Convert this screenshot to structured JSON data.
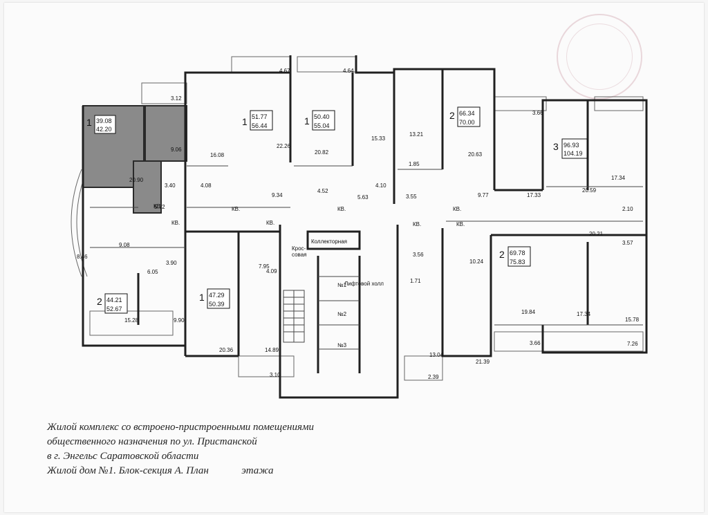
{
  "caption": {
    "line1": "Жилой комплекс со встроено-пристроенными помещениями",
    "line2": "общественного назначения по ул. Пристанской",
    "line3": "в г. Энгельс Саратовской области",
    "line4": "Жилой дом №1. Блок-секция А. План",
    "line4_tail": "этажа"
  },
  "apartments": [
    {
      "rooms": "1",
      "living": "39.08",
      "total": "42.20"
    },
    {
      "rooms": "1",
      "living": "51.77",
      "total": "56.44"
    },
    {
      "rooms": "1",
      "living": "50.40",
      "total": "55.04"
    },
    {
      "rooms": "2",
      "living": "66.34",
      "total": "70.00"
    },
    {
      "rooms": "3",
      "living": "96.93",
      "total": "104.19"
    },
    {
      "rooms": "2",
      "living": "44.21",
      "total": "52.67"
    },
    {
      "rooms": "1",
      "living": "47.29",
      "total": "50.39"
    },
    {
      "rooms": "2",
      "living": "69.78",
      "total": "75.83"
    }
  ],
  "areas": [
    "3.12",
    "9.06",
    "20.90",
    "3.40",
    "5.72",
    "16.08",
    "4.08",
    "9.34",
    "22.26",
    "4.67",
    "4.64",
    "20.82",
    "4.52",
    "15.33",
    "5.63",
    "4.10",
    "13.21",
    "1.85",
    "3.55",
    "20.63",
    "9.77",
    "3.66",
    "17.33",
    "20.59",
    "17.34",
    "2.10",
    "20.21",
    "3.57",
    "9.08",
    "8.46",
    "6.05",
    "3.90",
    "15.28",
    "9.90",
    "7.95",
    "4.09",
    "20.36",
    "14.89",
    "3.10",
    "3.56",
    "1.71",
    "10.24",
    "19.84",
    "3.66",
    "17.34",
    "15.78",
    "7.26",
    "13.04",
    "21.39",
    "2.39"
  ],
  "labels": {
    "kv": "КВ.",
    "crossover": [
      "Крос-",
      "совая"
    ],
    "collector": "Коллекторная",
    "lift_hall": "Лифтовой холл",
    "lift1": "№1",
    "lift2": "№2",
    "lift3": "№3"
  }
}
